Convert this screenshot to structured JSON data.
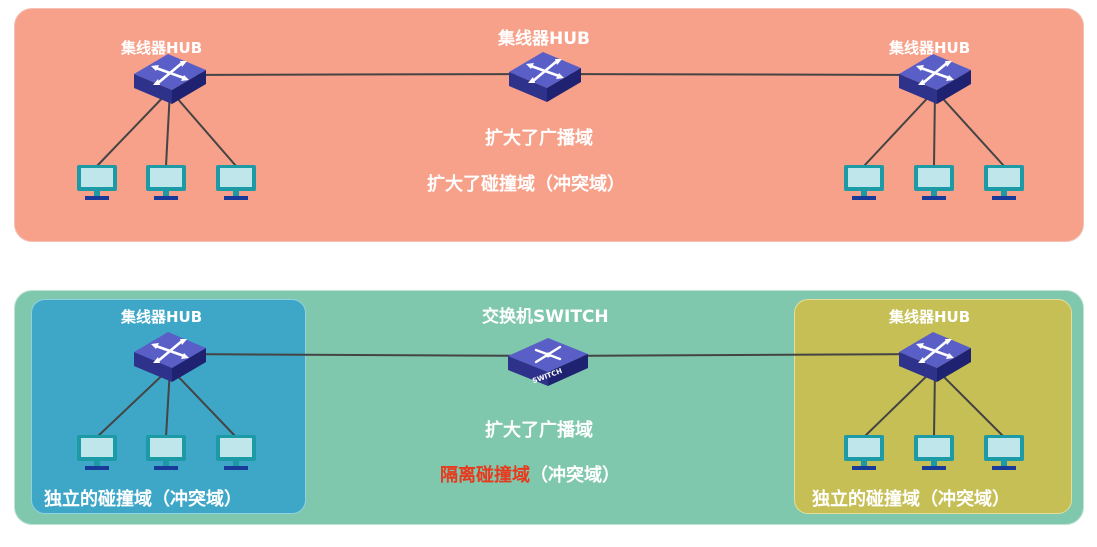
{
  "top": {
    "hub_left_label": "集线器HUB",
    "hub_center_label": "集线器HUB",
    "hub_right_label": "集线器HUB",
    "line1": "扩大了广播域",
    "line2": "扩大了碰撞域（冲突域）"
  },
  "bottom": {
    "hub_left_label": "集线器HUB",
    "switch_label": "交换机SWITCH",
    "switch_badge": "SWITCH",
    "hub_right_label": "集线器HUB",
    "line1": "扩大了广播域",
    "line2_red": "隔离碰撞域",
    "line2_rest": "（冲突域）",
    "left_domain": "独立的碰撞域（冲突域）",
    "right_domain": "独立的碰撞域（冲突域）"
  },
  "colors": {
    "top_panel": "#f7a08a",
    "bottom_panel": "#7fc8ae",
    "left_domain_box": "#3ea7c8",
    "right_domain_box": "#c6bf55",
    "device": "#3d3f9e",
    "pc_screen": "#1c9aa6",
    "highlight_text": "#e8391d"
  },
  "icons": [
    "hub-icon",
    "switch-icon",
    "computer-icon"
  ]
}
